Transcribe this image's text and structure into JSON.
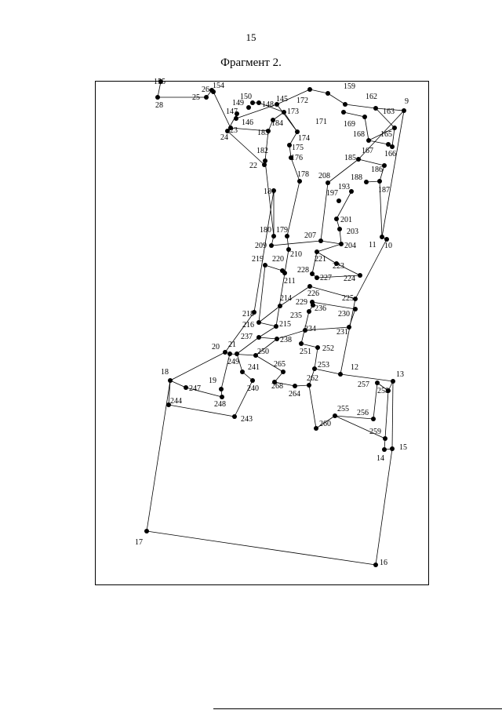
{
  "page_number": "15",
  "fragment_title": "Фрагмент 2.",
  "plan": {
    "points": [
      {
        "id": "28",
        "label": "28"
      },
      {
        "id": "25",
        "label": "25"
      },
      {
        "id": "26",
        "label": "26"
      },
      {
        "id": "154",
        "label": "154"
      },
      {
        "id": "150",
        "label": "150"
      },
      {
        "id": "149",
        "label": "149"
      },
      {
        "id": "148",
        "label": "148"
      },
      {
        "id": "147",
        "label": "147"
      },
      {
        "id": "146",
        "label": "146"
      },
      {
        "id": "145",
        "label": "145"
      },
      {
        "id": "172",
        "label": "172"
      },
      {
        "id": "173",
        "label": "173"
      },
      {
        "id": "184",
        "label": "184"
      },
      {
        "id": "183",
        "label": "183"
      },
      {
        "id": "23",
        "label": "23"
      },
      {
        "id": "24",
        "label": "24"
      },
      {
        "id": "174",
        "label": "174"
      },
      {
        "id": "175",
        "label": "175"
      },
      {
        "id": "176",
        "label": "176"
      },
      {
        "id": "182",
        "label": "182"
      },
      {
        "id": "22",
        "label": "22"
      },
      {
        "id": "178",
        "label": "178"
      },
      {
        "id": "181",
        "label": "181"
      },
      {
        "id": "159",
        "label": "159"
      },
      {
        "id": "162",
        "label": "162"
      },
      {
        "id": "163",
        "label": "163"
      },
      {
        "id": "9",
        "label": "9"
      },
      {
        "id": "171",
        "label": "171"
      },
      {
        "id": "169",
        "label": "169"
      },
      {
        "id": "168",
        "label": "168"
      },
      {
        "id": "165",
        "label": "165"
      },
      {
        "id": "167",
        "label": "167"
      },
      {
        "id": "166",
        "label": "166"
      },
      {
        "id": "185",
        "label": "185"
      },
      {
        "id": "186",
        "label": "186"
      },
      {
        "id": "188",
        "label": "188"
      },
      {
        "id": "187",
        "label": "187"
      },
      {
        "id": "208",
        "label": "208"
      },
      {
        "id": "193",
        "label": "193"
      },
      {
        "id": "197",
        "label": "197"
      },
      {
        "id": "201",
        "label": "201"
      },
      {
        "id": "203",
        "label": "203"
      },
      {
        "id": "207",
        "label": "207"
      },
      {
        "id": "204",
        "label": "204"
      },
      {
        "id": "11",
        "label": "11"
      },
      {
        "id": "10",
        "label": "10"
      },
      {
        "id": "180",
        "label": "180"
      },
      {
        "id": "179",
        "label": "179"
      },
      {
        "id": "209",
        "label": "209"
      },
      {
        "id": "210",
        "label": "210"
      },
      {
        "id": "219",
        "label": "219"
      },
      {
        "id": "220",
        "label": "220"
      },
      {
        "id": "221",
        "label": "221"
      },
      {
        "id": "223",
        "label": "223"
      },
      {
        "id": "228",
        "label": "228"
      },
      {
        "id": "227",
        "label": "227"
      },
      {
        "id": "211",
        "label": "211"
      },
      {
        "id": "224",
        "label": "224"
      },
      {
        "id": "226",
        "label": "226"
      },
      {
        "id": "225",
        "label": "225"
      },
      {
        "id": "214",
        "label": "214"
      },
      {
        "id": "229",
        "label": "229"
      },
      {
        "id": "236",
        "label": "236"
      },
      {
        "id": "218",
        "label": "218"
      },
      {
        "id": "235",
        "label": "235"
      },
      {
        "id": "230",
        "label": "230"
      },
      {
        "id": "216",
        "label": "216"
      },
      {
        "id": "215",
        "label": "215"
      },
      {
        "id": "234",
        "label": "234"
      },
      {
        "id": "231",
        "label": "231"
      },
      {
        "id": "237",
        "label": "237"
      },
      {
        "id": "238",
        "label": "238"
      },
      {
        "id": "20",
        "label": "20"
      },
      {
        "id": "21",
        "label": "21"
      },
      {
        "id": "250",
        "label": "250"
      },
      {
        "id": "251",
        "label": "251"
      },
      {
        "id": "252",
        "label": "252"
      },
      {
        "id": "249",
        "label": "249"
      },
      {
        "id": "241",
        "label": "241"
      },
      {
        "id": "265",
        "label": "265"
      },
      {
        "id": "253",
        "label": "253"
      },
      {
        "id": "12",
        "label": "12"
      },
      {
        "id": "13",
        "label": "13"
      },
      {
        "id": "18",
        "label": "18"
      },
      {
        "id": "19",
        "label": "19"
      },
      {
        "id": "247",
        "label": "247"
      },
      {
        "id": "262",
        "label": "262"
      },
      {
        "id": "257",
        "label": "257"
      },
      {
        "id": "258",
        "label": "258"
      },
      {
        "id": "240",
        "label": "240"
      },
      {
        "id": "268",
        "label": "268"
      },
      {
        "id": "264",
        "label": "264"
      },
      {
        "id": "244",
        "label": "244"
      },
      {
        "id": "248",
        "label": "248"
      },
      {
        "id": "243",
        "label": "243"
      },
      {
        "id": "255",
        "label": "255"
      },
      {
        "id": "256",
        "label": "256"
      },
      {
        "id": "260",
        "label": "260"
      },
      {
        "id": "259",
        "label": "259"
      },
      {
        "id": "15",
        "label": "15"
      },
      {
        "id": "14",
        "label": "14"
      },
      {
        "id": "17",
        "label": "17"
      },
      {
        "id": "16",
        "label": "16"
      },
      {
        "id": "155",
        "label": "155"
      }
    ]
  }
}
